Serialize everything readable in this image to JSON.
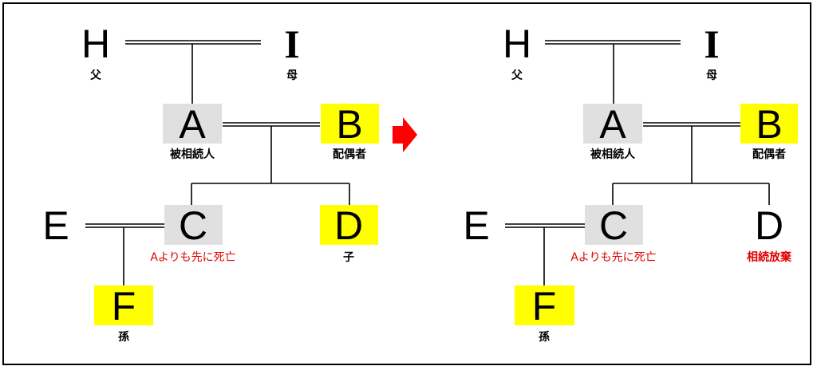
{
  "colors": {
    "deceased_box": "#e0e0e0",
    "heir_box": "#ffff00",
    "note_red": "#e00000",
    "arrow": "#ff0000"
  },
  "left": {
    "H": {
      "letter": "H",
      "label": "父"
    },
    "I": {
      "letter": "I",
      "label": "母"
    },
    "A": {
      "letter": "A",
      "label": "被相続人"
    },
    "B": {
      "letter": "B",
      "label": "配偶者"
    },
    "C": {
      "letter": "C",
      "label": "Aよりも先に死亡"
    },
    "D": {
      "letter": "D",
      "label": "子"
    },
    "E": {
      "letter": "E",
      "label": ""
    },
    "F": {
      "letter": "F",
      "label": "孫"
    }
  },
  "right": {
    "H": {
      "letter": "H",
      "label": "父"
    },
    "I": {
      "letter": "I",
      "label": "母"
    },
    "A": {
      "letter": "A",
      "label": "被相続人"
    },
    "B": {
      "letter": "B",
      "label": "配偶者"
    },
    "C": {
      "letter": "C",
      "label": "Aよりも先に死亡"
    },
    "D": {
      "letter": "D",
      "label": "相続放棄"
    },
    "E": {
      "letter": "E",
      "label": ""
    },
    "F": {
      "letter": "F",
      "label": "孫"
    }
  },
  "arrow": {
    "icon": "right-arrow-icon"
  }
}
